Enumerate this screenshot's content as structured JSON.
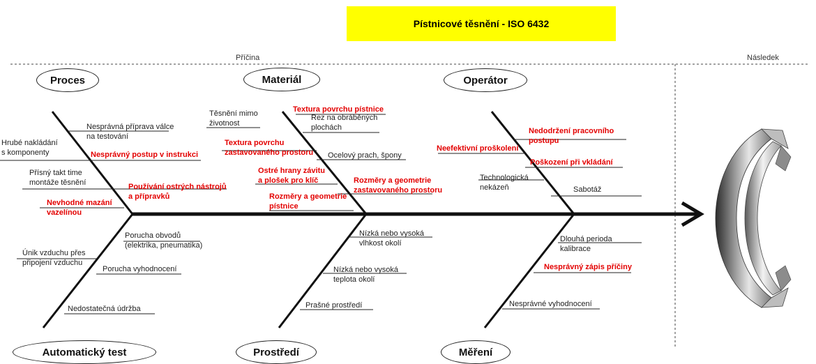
{
  "title": "Pístnicové těsnění - ISO 6432",
  "headers": {
    "cause": "Příčina",
    "effect": "Následek"
  },
  "categories": {
    "proces": "Proces",
    "material": "Materiál",
    "operator": "Operátor",
    "automaticky_test": "Automatický test",
    "prostredi": "Prostředí",
    "mereni": "Měření"
  },
  "causes": {
    "proces": [
      {
        "lines": [
          "Nesprávná příprava válce",
          "na testování"
        ],
        "highlight": false
      },
      {
        "lines": [
          "Hrubé nakládání",
          "s komponenty"
        ],
        "highlight": false
      },
      {
        "lines": [
          "Nesprávný postup v instrukci"
        ],
        "highlight": true
      },
      {
        "lines": [
          "Přísný takt time",
          "montáže těsnění"
        ],
        "highlight": false
      },
      {
        "lines": [
          "Používání ostrých nástrojů",
          "a přípravků"
        ],
        "highlight": true
      },
      {
        "lines": [
          "Nevhodné mazání",
          "vazelínou"
        ],
        "highlight": true
      }
    ],
    "material": [
      {
        "lines": [
          "Těsnění mimo",
          "životnost"
        ],
        "highlight": false
      },
      {
        "lines": [
          "Textura povrchu pístnice"
        ],
        "highlight": true
      },
      {
        "lines": [
          "Rez na obráběných",
          "plochách"
        ],
        "highlight": false
      },
      {
        "lines": [
          "Textura povrchu",
          "zastavovaného prostoru"
        ],
        "highlight": true
      },
      {
        "lines": [
          "Ocelový prach, špony"
        ],
        "highlight": false
      },
      {
        "lines": [
          "Ostré hrany závitu",
          "a plošek pro klíč"
        ],
        "highlight": true
      },
      {
        "lines": [
          "Rozměry a geometrie",
          "zastavovaného prostoru"
        ],
        "highlight": true
      },
      {
        "lines": [
          "Rozměry a geometrie",
          "pístnice"
        ],
        "highlight": true
      }
    ],
    "operator": [
      {
        "lines": [
          "Nedodržení pracovního",
          "postupu"
        ],
        "highlight": true
      },
      {
        "lines": [
          "Neefektivní proškolení"
        ],
        "highlight": true
      },
      {
        "lines": [
          "Poškození při vkládání"
        ],
        "highlight": true
      },
      {
        "lines": [
          "Technologická",
          "nekázeň"
        ],
        "highlight": false
      },
      {
        "lines": [
          "Sabotáž"
        ],
        "highlight": false
      }
    ],
    "automaticky_test": [
      {
        "lines": [
          "Porucha obvodů",
          "(elektrika, pneumatika)"
        ],
        "highlight": false
      },
      {
        "lines": [
          "Únik vzduchu přes",
          "připojení vzduchu"
        ],
        "highlight": false
      },
      {
        "lines": [
          "Porucha vyhodnocení"
        ],
        "highlight": false
      },
      {
        "lines": [
          "Nedostatečná údržba"
        ],
        "highlight": false
      }
    ],
    "prostredi": [
      {
        "lines": [
          "Nízká nebo vysoká",
          "vlhkost okolí"
        ],
        "highlight": false
      },
      {
        "lines": [
          "Nízká nebo vysoká",
          "teplota okolí"
        ],
        "highlight": false
      },
      {
        "lines": [
          "Prašné prostředí"
        ],
        "highlight": false
      }
    ],
    "mereni": [
      {
        "lines": [
          "Dlouhá perioda",
          "kalibrace"
        ],
        "highlight": false
      },
      {
        "lines": [
          "Nesprávný zápis příčiny"
        ],
        "highlight": true
      },
      {
        "lines": [
          "Nesprávné vyhodnocení"
        ],
        "highlight": false
      }
    ]
  },
  "colors": {
    "title_bg": "#ffff00",
    "highlight_text": "#e30000",
    "normal_text": "#222222",
    "lines": "#111111"
  },
  "effect_image": "piston-rod-seal-cross-section"
}
